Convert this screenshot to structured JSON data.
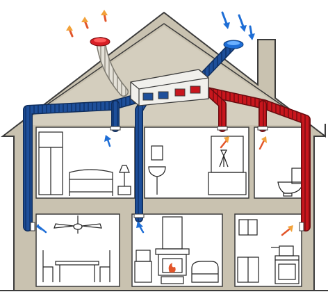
{
  "diagram": {
    "subject": "house-heat-recovery-ventilation",
    "colors": {
      "wall": "#c9c2b0",
      "wall_outline": "#3b3b3b",
      "room_fill": "#ffffff",
      "exhaust_duct": "#1e4f9a",
      "exhaust_duct_dark": "#123a78",
      "supply_duct": "#c8161d",
      "supply_duct_dark": "#8e0f14",
      "intake_duct": "#d9d6cc",
      "cold_arrow": "#1e6ed6",
      "warm_arrow_a": "#e2552a",
      "warm_arrow_b": "#f2a23a",
      "furniture_line": "#222222"
    },
    "rooms": [
      {
        "floor": "upper",
        "position": "left",
        "type": "bedroom",
        "airflow": "extract"
      },
      {
        "floor": "upper",
        "position": "middle",
        "type": "bathroom",
        "airflow": "supply"
      },
      {
        "floor": "upper",
        "position": "right",
        "type": "toilet",
        "airflow": "supply"
      },
      {
        "floor": "lower",
        "position": "left",
        "type": "dining-room",
        "airflow": "extract"
      },
      {
        "floor": "lower",
        "position": "middle",
        "type": "living-room",
        "airflow": "extract"
      },
      {
        "floor": "lower",
        "position": "right",
        "type": "kitchen",
        "airflow": "supply"
      }
    ],
    "roof_vents": [
      {
        "role": "exhaust-outlet",
        "icon": "red-roof-cap-icon",
        "arrows": "warm-air-up"
      },
      {
        "role": "fresh-air-intake",
        "icon": "blue-roof-cap-icon",
        "arrows": "cold-air-down"
      }
    ],
    "unit": {
      "name": "heat-recovery-unit-icon",
      "location": "attic"
    }
  }
}
